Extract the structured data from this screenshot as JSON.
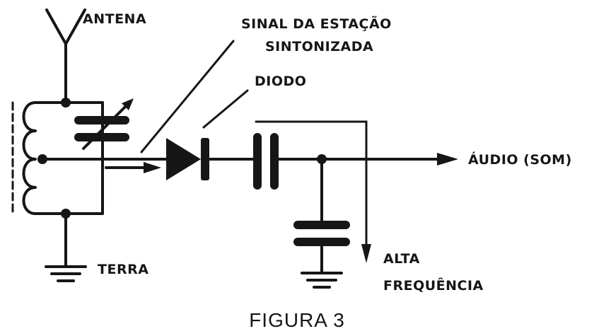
{
  "labels": {
    "antenna": "ANTENA",
    "signal_line1": "SINAL DA ESTAÇÃO",
    "signal_line2": "SINTONIZADA",
    "diode": "DIODO",
    "audio": "ÁUDIO (SOM)",
    "ground": "TERRA",
    "high_freq_line1": "ALTA",
    "high_freq_line2": "FREQUÊNCIA"
  },
  "caption": "FIGURA 3"
}
